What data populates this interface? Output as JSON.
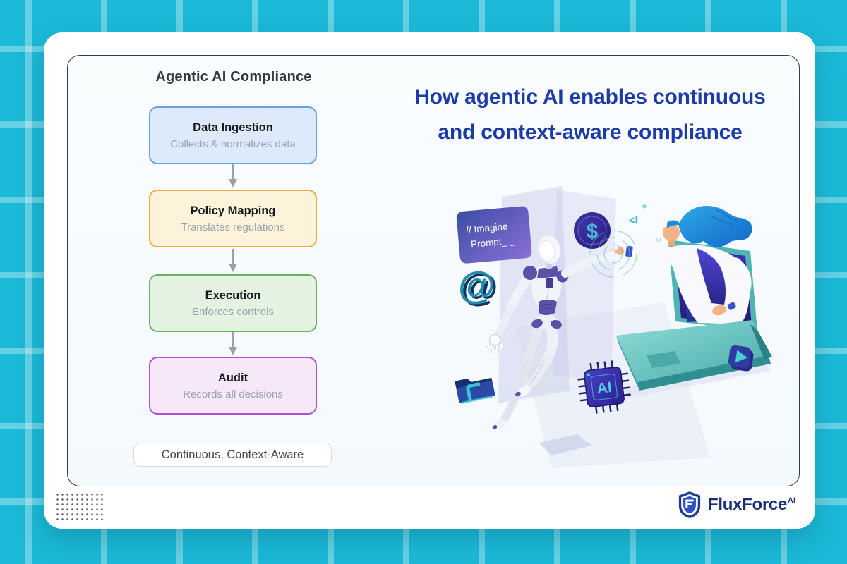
{
  "headline": {
    "line1": "How agentic AI enables continuous",
    "line2": "and context-aware compliance",
    "color": "#1d3ba6"
  },
  "diagram": {
    "heading": "Agentic AI Compliance",
    "steps": [
      {
        "title": "Data Ingestion",
        "subtitle": "Collects & normalizes data",
        "fill": "#ddeafb",
        "border": "#67a2e6"
      },
      {
        "title": "Policy Mapping",
        "subtitle": "Translates regulations",
        "fill": "#fdf3da",
        "border": "#f1aa41"
      },
      {
        "title": "Execution",
        "subtitle": "Enforces controls",
        "fill": "#e4f3e1",
        "border": "#63b267"
      },
      {
        "title": "Audit",
        "subtitle": "Records all decisions",
        "fill": "#f7e8f9",
        "border": "#b151d1"
      }
    ],
    "footer_pill": "Continuous, Context-Aware"
  },
  "illustration": {
    "code_line1": "// Imagine",
    "code_line2": "Prompt_ _",
    "at_glyph": "@",
    "dollar_glyph": "$",
    "code_glyph": "</",
    "chip_label": "AI"
  },
  "brand": {
    "name": "FluxForce",
    "suffix": "AI"
  },
  "theme": {
    "background": "#1bb9d7",
    "grid_line": "#5ed2e5",
    "card": "#ffffff",
    "panel_border": "#2e3b52",
    "arrow": "#9aa0a8",
    "heading_text": "#36383d",
    "subtitle_text": "#99a1ac",
    "brand_text": "#1b2d7a"
  }
}
